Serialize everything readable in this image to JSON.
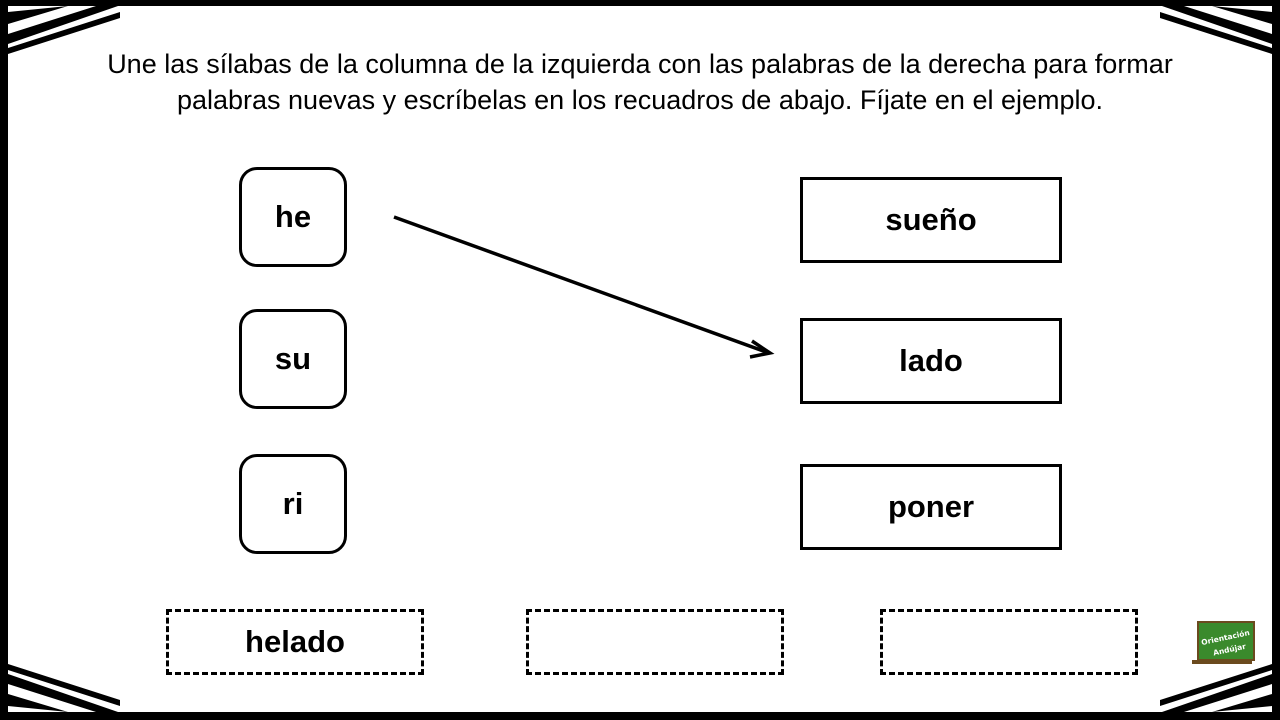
{
  "instruction": "Une las sílabas de la columna de la izquierda con las palabras de la derecha para formar palabras nuevas y escríbelas en los recuadros de abajo. Fíjate en el ejemplo.",
  "syllables": [
    "he",
    "su",
    "ri"
  ],
  "words": [
    "sueño",
    "lado",
    "poner"
  ],
  "answers": [
    "helado",
    "",
    ""
  ],
  "logo": {
    "line1": "Orientación",
    "line2": "Andújar",
    "icon": "chalkboard-logo"
  },
  "colors": {
    "border": "#000000",
    "background": "#ffffff",
    "logo_green": "#3a8a2c"
  }
}
